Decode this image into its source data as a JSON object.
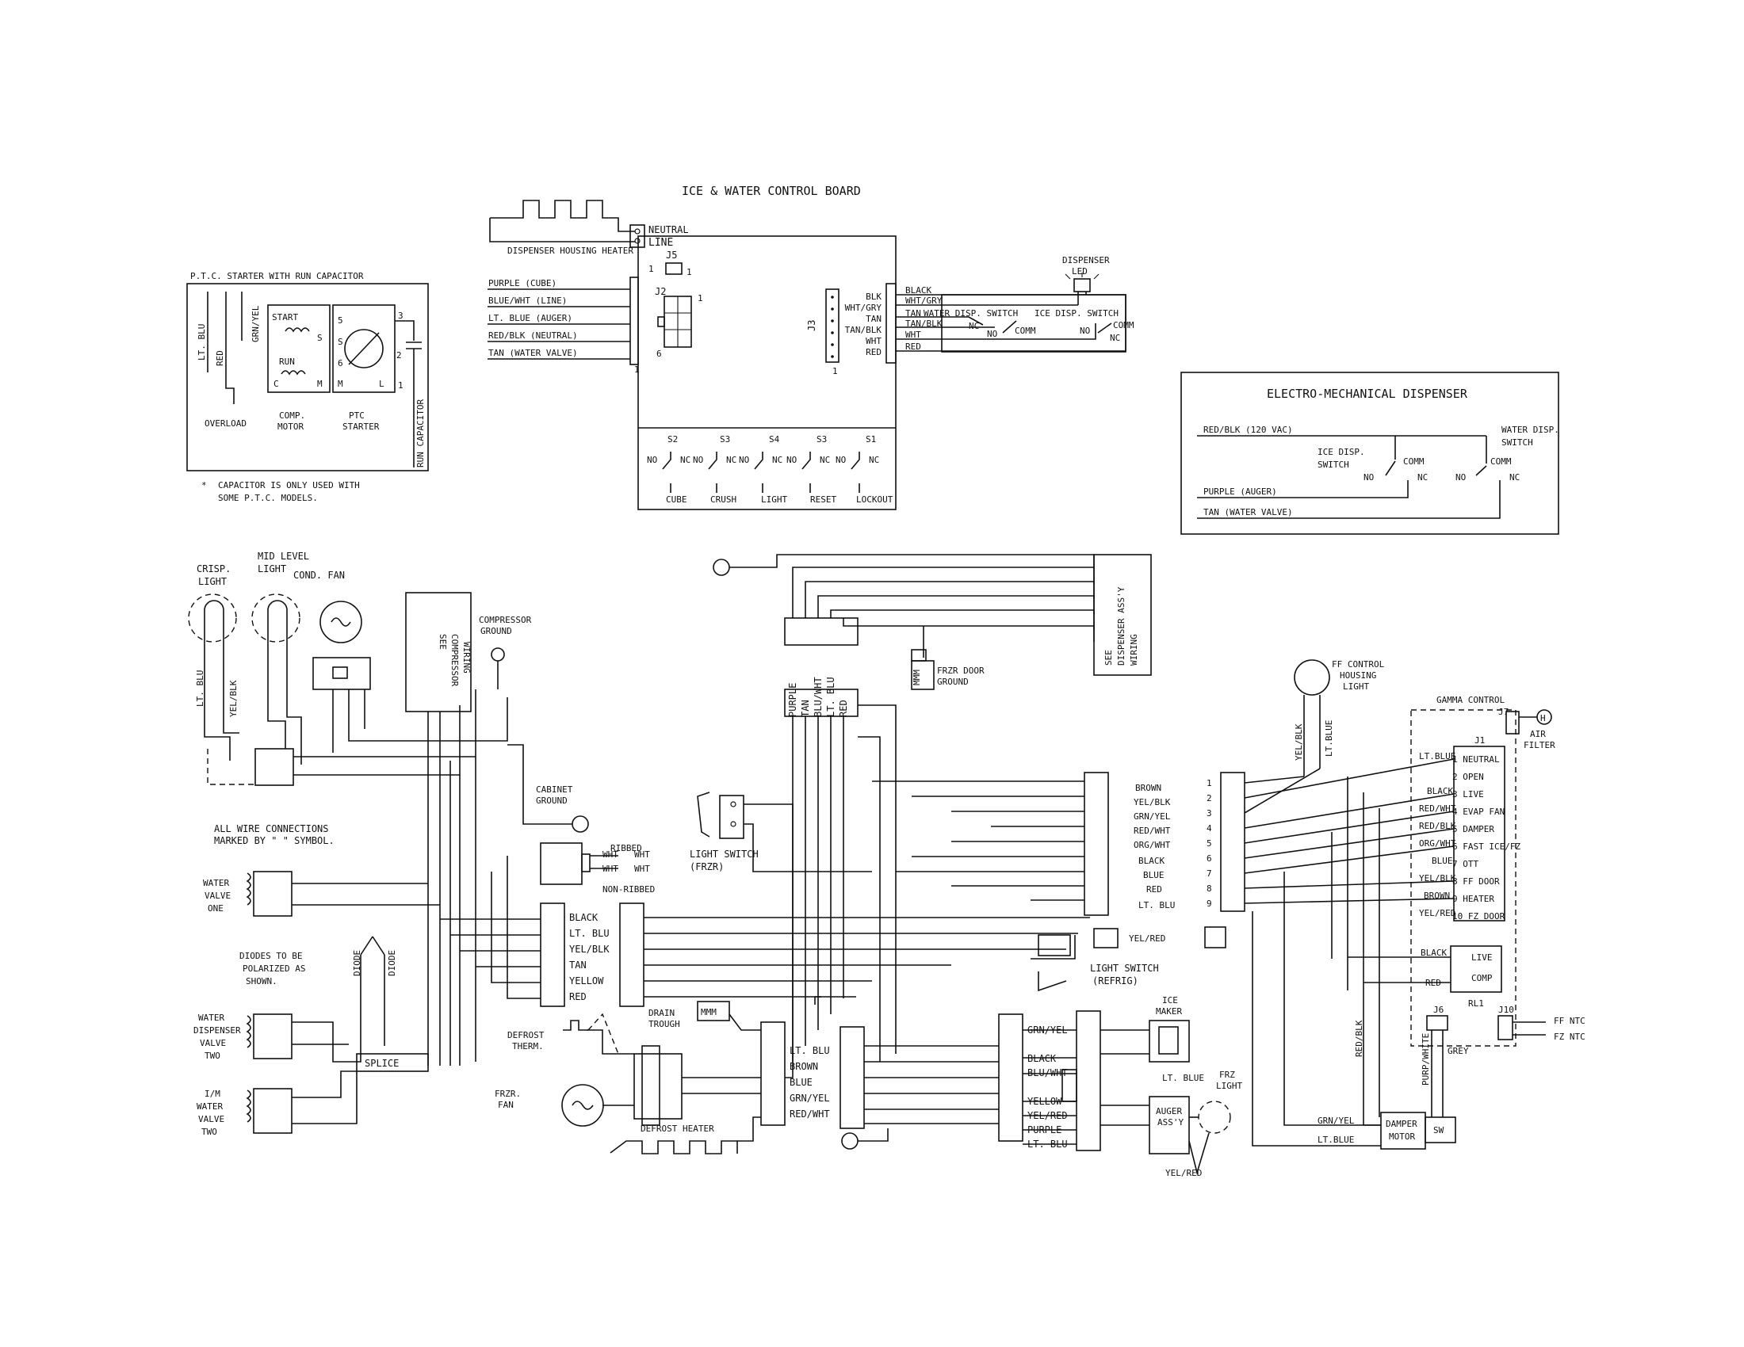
{
  "icwb": {
    "title": "ICE & WATER CONTROL BOARD",
    "neutral": "NEUTRAL",
    "line": "LINE",
    "housing_heater": "DISPENSER HOUSING HEATER",
    "j5": "J5",
    "j2": "J2",
    "j3": "J3",
    "pin1": "1",
    "pin6": "6",
    "left_wires": [
      "PURPLE (CUBE)",
      "BLUE/WHT (LINE)",
      "LT. BLUE (AUGER)",
      "RED/BLK (NEUTRAL)",
      "TAN (WATER VALVE)"
    ],
    "right_pins": [
      "BLK",
      "WHT/GRY",
      "TAN",
      "TAN/BLK",
      "WHT",
      "RED"
    ],
    "right_wires": [
      "BLACK",
      "WHT/GRY",
      "TAN",
      "TAN/BLK",
      "WHT",
      "RED"
    ],
    "water_switch": "WATER DISP. SWITCH",
    "ice_switch": "ICE DISP. SWITCH",
    "nc": "NC",
    "no": "NO",
    "comm": "COMM",
    "led": [
      "DISPENSER",
      "LED"
    ],
    "switches": [
      {
        "id": "S2",
        "name": "CUBE"
      },
      {
        "id": "S3",
        "name": "CRUSH"
      },
      {
        "id": "S4",
        "name": "LIGHT"
      },
      {
        "id": "S3",
        "name": "RESET"
      },
      {
        "id": "S1",
        "name": "LOCKOUT"
      }
    ]
  },
  "ptc": {
    "title": "P.T.C. STARTER WITH RUN CAPACITOR",
    "start": "START",
    "run": "RUN",
    "s": "S",
    "m": "M",
    "c": "C",
    "l": "L",
    "n1": "1",
    "n2": "2",
    "n3": "3",
    "n5": "5",
    "n6": "6",
    "lt_blu": "LT. BLU",
    "red": "RED",
    "grn_yel": "GRN/YEL",
    "overload": "OVERLOAD",
    "comp_motor": [
      "COMP.",
      "MOTOR"
    ],
    "ptc_starter": [
      "PTC",
      "STARTER"
    ],
    "run_capacitor": "RUN CAPACITOR",
    "note_star": "*",
    "note": [
      "CAPACITOR IS ONLY USED WITH",
      "SOME P.T.C. MODELS."
    ]
  },
  "emd": {
    "title": "ELECTRO-MECHANICAL DISPENSER",
    "red_blk": "RED/BLK (120 VAC)",
    "ice_switch": [
      "ICE DISP.",
      "SWITCH"
    ],
    "water_switch": [
      "WATER DISP.",
      "SWITCH"
    ],
    "comm": "COMM",
    "no": "NO",
    "nc": "NC",
    "purple": "PURPLE (AUGER)",
    "tan": "TAN (WATER VALVE)"
  },
  "main": {
    "crisp_light": [
      "CRISP.",
      "LIGHT"
    ],
    "mid_level_light": [
      "MID LEVEL",
      "LIGHT"
    ],
    "cond_fan": "COND. FAN",
    "see_compressor": [
      "SEE",
      "COMPRESSOR",
      "WIRING"
    ],
    "compressor_ground": [
      "COMPRESSOR",
      "GROUND"
    ],
    "lt_blu": "LT. BLU",
    "yel_blk": "YEL/BLK",
    "all_wire": [
      "ALL WIRE CONNECTIONS",
      "MARKED BY \" \" SYMBOL."
    ],
    "water_valve_one": [
      "WATER",
      "VALVE",
      "ONE"
    ],
    "diodes": [
      "DIODES TO BE",
      "POLARIZED AS",
      "SHOWN."
    ],
    "diode": "DIODE",
    "water_disp_valve_two": [
      "WATER",
      "DISPENSER",
      "VALVE",
      "TWO"
    ],
    "im_water_valve_two": [
      "I/M",
      "WATER",
      "VALVE",
      "TWO"
    ],
    "splice": "SPLICE",
    "cabinet_ground": [
      "CABINET",
      "GROUND"
    ],
    "ribbed": "RIBBED",
    "non_ribbed": "NON-RIBBED",
    "wht": "WHT",
    "center_colors": [
      "BLACK",
      "LT. BLU",
      "YEL/BLK",
      "TAN",
      "YELLOW",
      "RED"
    ],
    "drain_trough": [
      "DRAIN",
      "TROUGH"
    ],
    "defrost_therm": [
      "DEFROST",
      "THERM."
    ],
    "frzr_fan": [
      "FRZR.",
      "FAN"
    ],
    "defrost_heater": "DEFROST HEATER",
    "heater_colors": [
      "LT. BLU",
      "BROWN",
      "BLUE",
      "GRN/YEL",
      "RED/WHT"
    ],
    "light_switch_frzr": [
      "LIGHT SWITCH",
      "(FRZR)"
    ],
    "disp_vertical": [
      "PURPLE",
      "TAN",
      "BLU/WHT",
      "LT. BLU",
      "RED"
    ],
    "frzr_door_ground": [
      "FRZR DOOR",
      "GROUND"
    ],
    "see_dispenser": [
      "SEE",
      "DISPENSER ASS'Y",
      "WIRING"
    ],
    "right_colors": [
      "BROWN",
      "YEL/BLK",
      "GRN/YEL",
      "RED/WHT",
      "ORG/WHT",
      "BLACK",
      "BLUE",
      "RED",
      "LT. BLU"
    ],
    "yel_red": "YEL/RED",
    "light_switch_refrig": [
      "LIGHT SWITCH",
      "(REFRIG)"
    ],
    "mid_colors": [
      "GRN/YEL",
      "BLACK",
      "BLU/WHT",
      "YELLOW",
      "YEL/RED",
      "PURPLE",
      "LT. BLU"
    ],
    "ice_maker": [
      "ICE",
      "MAKER"
    ],
    "lt_blue": "LT. BLUE",
    "auger_assy": [
      "AUGER",
      "ASS'Y"
    ],
    "frz_light": [
      "FRZ",
      "LIGHT"
    ],
    "mmm": "MMM"
  },
  "gamma": {
    "ff_control": [
      "FF CONTROL",
      "HOUSING",
      "LIGHT"
    ],
    "gamma_control": "GAMMA CONTROL",
    "air_filter": [
      "AIR",
      "FILTER"
    ],
    "j1": "J1",
    "j7": "J7",
    "j6": "J6",
    "j10": "J10",
    "h": "H",
    "pin_numbers": [
      "1",
      "2",
      "3",
      "4",
      "5",
      "6",
      "7",
      "8",
      "9"
    ],
    "pin_labels": [
      "1 NEUTRAL",
      "2 OPEN",
      "3 LIVE",
      "4 EVAP FAN",
      "5 DAMPER",
      "6 FAST ICE/FZ",
      "7 OTT",
      "8 FF DOOR",
      "9 HEATER",
      "10 FZ DOOR"
    ],
    "wire_labels": [
      "LT.BLUE",
      "",
      "BLACK",
      "RED/WHT",
      "RED/BLK",
      "ORG/WHT",
      "BLUE",
      "YEL/BLK",
      "BROWN",
      "YEL/RED"
    ],
    "yel_blk": "YEL/BLK",
    "lt_blue": "LT.BLUE",
    "black": "BLACK",
    "red": "RED",
    "live": "LIVE",
    "comp": "COMP",
    "rl1": "RL1",
    "ff_ntc": "FF NTC",
    "fz_ntc": "FZ NTC",
    "red_blk": "RED/BLK",
    "purp_white": "PURP/WHITE",
    "grey": "GREY",
    "grn_yel": "GRN/YEL",
    "damper_motor": [
      "DAMPER",
      "MOTOR"
    ],
    "sw": "SW"
  }
}
